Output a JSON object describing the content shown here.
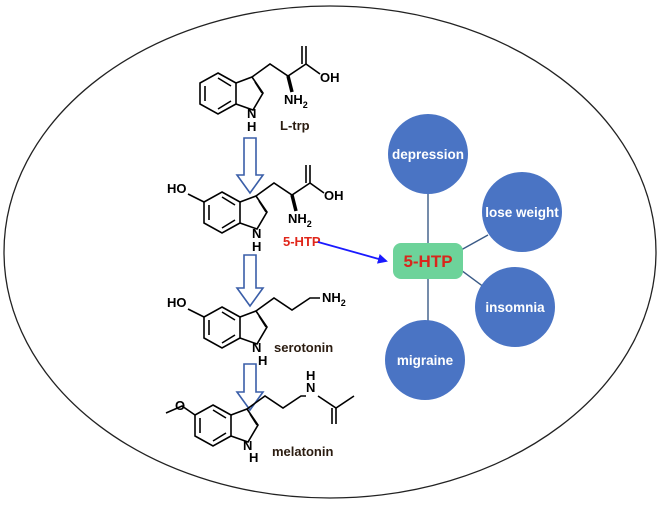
{
  "molecules": {
    "ltrp": {
      "name": "L-trp",
      "atoms": {
        "oh": "OH",
        "nh2": "NH",
        "nh2_sub": "2",
        "nh": "N",
        "h": "H"
      }
    },
    "htp": {
      "name": "5-HTP",
      "atoms": {
        "ho": "HO",
        "oh": "OH",
        "nh2": "NH",
        "nh2_sub": "2",
        "n": "N",
        "h": "H"
      }
    },
    "serotonin": {
      "name": "serotonin",
      "atoms": {
        "ho": "HO",
        "nh2": "NH",
        "nh2_sub": "2",
        "n": "N",
        "h": "H"
      }
    },
    "melatonin": {
      "name": "melatonin",
      "atoms": {
        "o": "O",
        "amide_n": "N",
        "amide_h": "H",
        "n": "N",
        "h": "H"
      }
    }
  },
  "hub": {
    "label": "5-HTP"
  },
  "effects": [
    {
      "id": "depression",
      "label": "depression"
    },
    {
      "id": "lose-weight",
      "label": "lose weight"
    },
    {
      "id": "insomnia",
      "label": "insomnia"
    },
    {
      "id": "migraine",
      "label": "migraine"
    }
  ],
  "colors": {
    "node_fill": "#4a74c4",
    "hub_fill": "#6dd39a",
    "hub_text": "#d9261c",
    "htp_label": "#e0261a",
    "arrow": "#1a1aff",
    "down_arrow": "#3a5ea8",
    "connector": "#3a5a86",
    "ellipse": "#222222"
  }
}
